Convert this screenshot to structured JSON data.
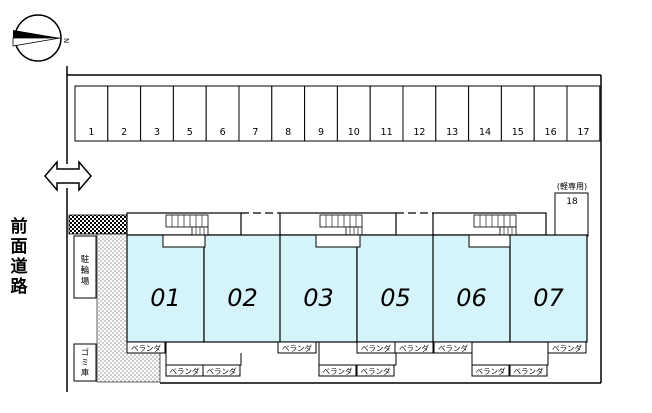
{
  "compass": {
    "north_letter": "N"
  },
  "road": {
    "label_chars": [
      "前",
      "面",
      "道",
      "路"
    ]
  },
  "parking": {
    "spaces": [
      "1",
      "2",
      "3",
      "5",
      "6",
      "7",
      "8",
      "9",
      "10",
      "11",
      "12",
      "13",
      "14",
      "15",
      "16",
      "17"
    ],
    "kei_label": "(軽専用)",
    "kei_space": "18"
  },
  "facilities": {
    "bicycle_chars": [
      "駐",
      "輪",
      "場"
    ],
    "trash_chars": [
      "ゴ",
      "ミ",
      "庫"
    ]
  },
  "units": [
    "01",
    "02",
    "03",
    "05",
    "06",
    "07"
  ],
  "veranda_label": "ベランダ",
  "colors": {
    "unit_fill": "#d4f4f9",
    "line": "#000000"
  }
}
